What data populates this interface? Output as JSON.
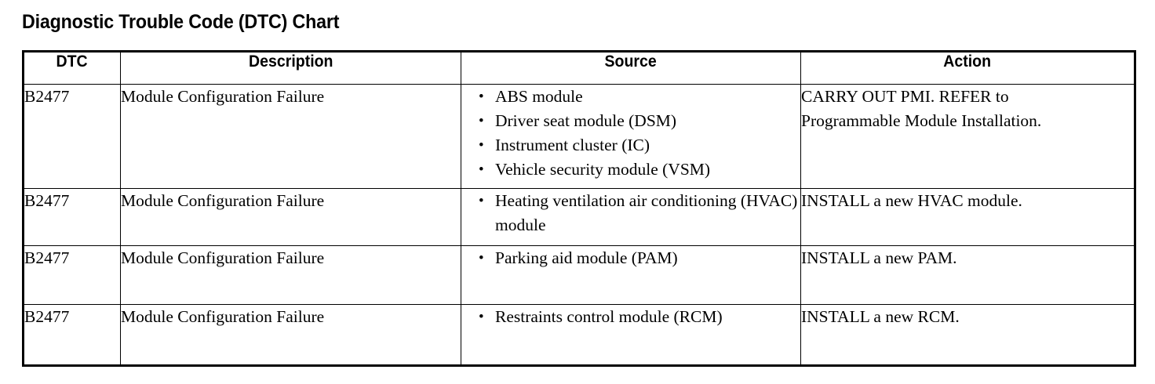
{
  "title": "Diagnostic Trouble Code (DTC) Chart",
  "table": {
    "columns": [
      {
        "key": "dtc",
        "label": "DTC"
      },
      {
        "key": "description",
        "label": "Description"
      },
      {
        "key": "source",
        "label": "Source"
      },
      {
        "key": "action",
        "label": "Action"
      }
    ],
    "rows": [
      {
        "dtc": "B2477",
        "description": "Module Configuration Failure",
        "source": [
          "ABS module",
          "Driver seat module (DSM)",
          "Instrument cluster (IC)",
          "Vehicle security module (VSM)"
        ],
        "action": [
          "CARRY OUT PMI. REFER to",
          "Programmable Module Installation."
        ]
      },
      {
        "dtc": "B2477",
        "description": "Module Configuration Failure",
        "source": [
          "Heating ventilation air conditioning (HVAC) module"
        ],
        "action": [
          "INSTALL a new HVAC module."
        ]
      },
      {
        "dtc": "B2477",
        "description": "Module Configuration Failure",
        "source": [
          "Parking aid module (PAM)"
        ],
        "action": [
          "INSTALL a new PAM."
        ]
      },
      {
        "dtc": "B2477",
        "description": "Module Configuration Failure",
        "source": [
          "Restraints control module (RCM)"
        ],
        "action": [
          "INSTALL a new RCM."
        ]
      }
    ]
  },
  "colors": {
    "text": "#000000",
    "background": "#ffffff",
    "border": "#000000"
  }
}
